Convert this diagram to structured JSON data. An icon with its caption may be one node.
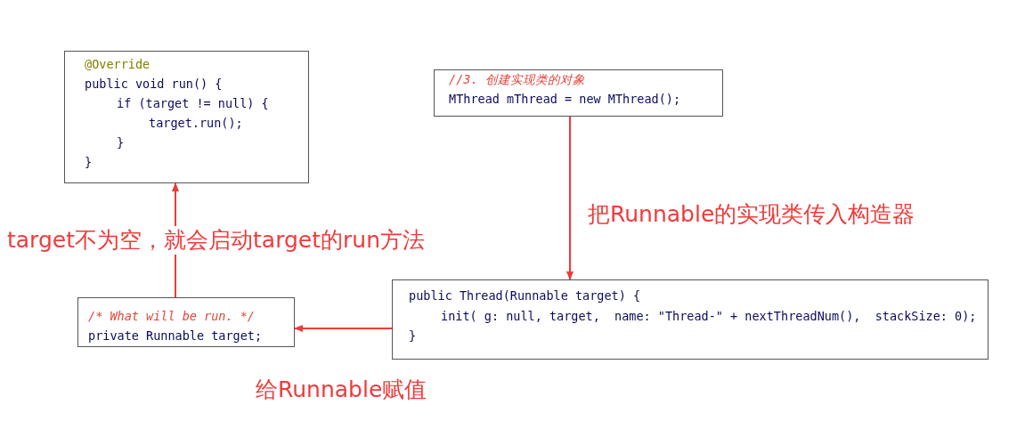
{
  "diagram": {
    "nodes": [
      {
        "text": [
          "@Override",
          "public void run() {",
          "if (target != null) {",
          "target.run();",
          "}",
          "}"
        ]
      },
      {
        "text": [
          "//3. 创建实现类的对象",
          "MThread mThread = new MThread();"
        ]
      },
      {
        "text": [
          "/* What will be run. */",
          "private Runnable target;"
        ]
      },
      {
        "text": [
          "public Thread(Runnable target) {",
          "init( g: null, target,  name: \"Thread-\" + nextThreadNum(),  stackSize: 0);",
          "}"
        ]
      }
    ],
    "edges": [
      {
        "from": 1,
        "to": 3,
        "arrow": "to",
        "label": "把Runnable的实现类传入构造器"
      },
      {
        "from": 3,
        "to": 2,
        "arrow": "to",
        "label": "给Runnable赋值"
      },
      {
        "from": 2,
        "to": 0,
        "arrow": "to",
        "label": "target不为空，就会启动target的run方法"
      }
    ]
  }
}
